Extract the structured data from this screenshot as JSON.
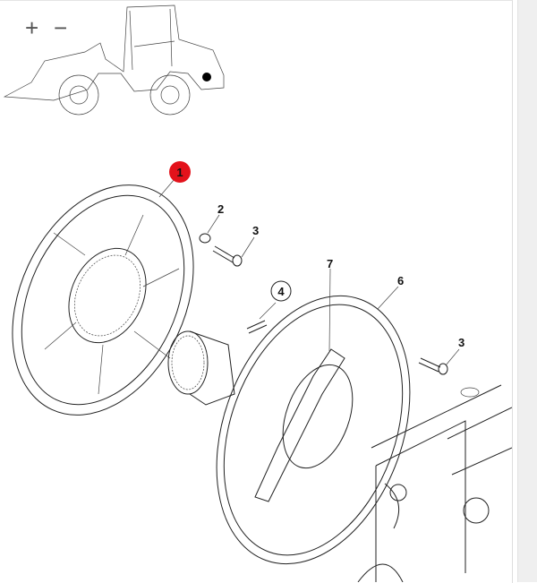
{
  "toolbar": {
    "zoom_in": "+",
    "zoom_out": "−"
  },
  "callouts": [
    {
      "number": "1",
      "selected": true
    },
    {
      "number": "2",
      "selected": false
    },
    {
      "number": "3",
      "selected": false
    },
    {
      "number": "4",
      "selected": false
    },
    {
      "number": "7",
      "selected": false
    },
    {
      "number": "6",
      "selected": false
    },
    {
      "number": "3",
      "selected": false
    }
  ],
  "colors": {
    "selected": "#e3121b",
    "line": "#222222"
  }
}
